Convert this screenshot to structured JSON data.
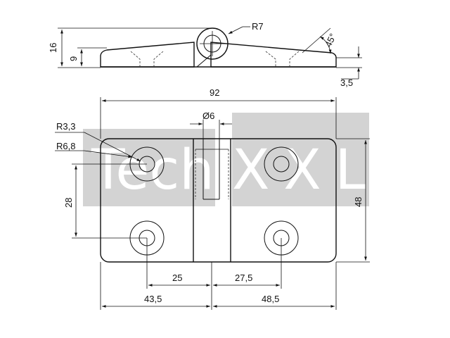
{
  "watermark": {
    "text_left": "Tech",
    "text_right": "XXL",
    "color": "#d3d3d3"
  },
  "dimensions": {
    "side_height": "16",
    "side_leaf": "9",
    "knuckle_radius": "R7",
    "chamfer_angle": "45°",
    "plate_thickness": "3,5",
    "overall_width": "92",
    "pin_diameter": "Ø6",
    "hole_radius": "R3,3",
    "counterbore_radius": "R6,8",
    "hole_spacing_vertical": "28",
    "overall_height": "48",
    "left_hole_to_center": "25",
    "right_hole_to_center": "27,5",
    "left_leaf_width": "43,5",
    "right_leaf_width": "48,5"
  },
  "colors": {
    "line": "#111111",
    "background": "#ffffff"
  }
}
